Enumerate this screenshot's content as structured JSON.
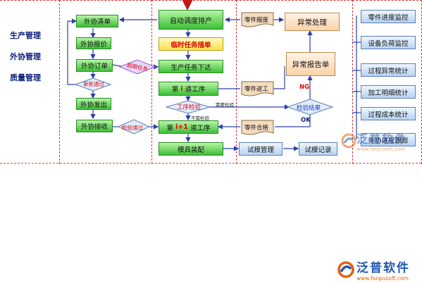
{
  "left_labels": [
    "生产管理",
    "外协管理",
    "质量管理"
  ],
  "outsource": {
    "list": "外协清单",
    "quote": "外协报价",
    "order": "外协订单",
    "approve": "审批通过",
    "ship": "外协发出",
    "receive": "外协接收"
  },
  "production": {
    "auto_schedule": "自动调度排产",
    "temp_insert": "临时任务插单",
    "task_issue": "生产任务下达",
    "step_i_prefix": "第",
    "step_i_num": "i",
    "step_i_suffix": "道工序",
    "inspect": "工序检验",
    "step_i1_prefix": "第",
    "step_i1_num": "i+1",
    "step_i1_suffix": "道工序",
    "mold_assembly": "模具装配"
  },
  "quality": {
    "part_scrap": "零件报废",
    "part_rework": "零件返工",
    "part_ok": "零件合格",
    "exception_handle": "异常处理",
    "exception_report": "异常报告单",
    "inspect_result": "检验结果",
    "trial_manage": "试模管理",
    "trial_record": "试模记录"
  },
  "reports": [
    "零件进度监控",
    "设备负荷监控",
    "过程异常统计",
    "加工明细统计",
    "过程成本统计",
    "外协进度跟踪"
  ],
  "edge_labels": {
    "overdue": "超期任务",
    "inspect_pass": "检验通过",
    "need_inspect": "需要检验",
    "no_inspect": "不需检验",
    "ng": "NG",
    "ok": "OK"
  },
  "logo": {
    "name": "泛普软件",
    "url": "www.fanpusoft.com"
  }
}
